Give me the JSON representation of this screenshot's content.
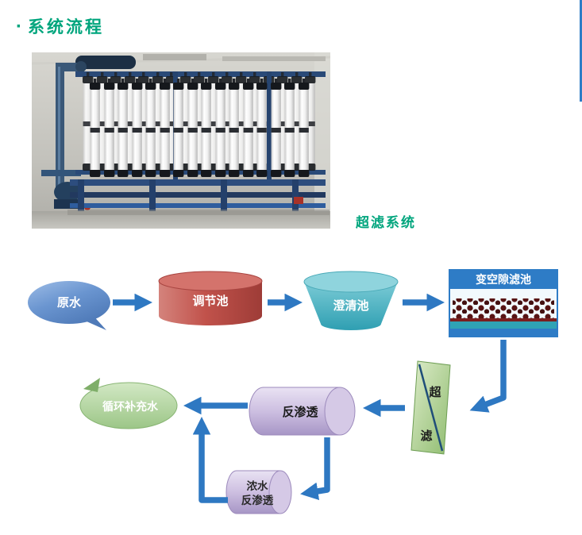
{
  "header": {
    "bullet": "·",
    "title": "系统流程"
  },
  "photo": {
    "caption": "超滤系统"
  },
  "flow": {
    "raw_water": {
      "label": "原水"
    },
    "regulating_tank": {
      "label": "调节池"
    },
    "clarifier": {
      "label": "澄清池"
    },
    "variable_pore_filter": {
      "label": "变空隙滤池"
    },
    "ultrafiltration": {
      "char_top": "超",
      "char_bottom": "滤"
    },
    "reverse_osmosis": {
      "label": "反渗透"
    },
    "recycled_makeup_water": {
      "label": "循环补充水"
    },
    "concentrate_reverse_osmosis": {
      "line1": "浓水",
      "line2": "反渗透"
    }
  },
  "colors": {
    "heading_green": "#00a57d",
    "arrow_blue": "#2e78c2",
    "raw_water_blue": "#5d89c8",
    "regulating_tank_red": "#c1524b",
    "clarifier_teal": "#3fa9bb",
    "filter_header_blue": "#2e7cc6",
    "filter_media_maroon": "#571414",
    "ultrafiltration_green": "#aecb8e",
    "reverse_osmosis_purple": "#cdbfe1",
    "makeup_water_green": "#b2d49e"
  }
}
